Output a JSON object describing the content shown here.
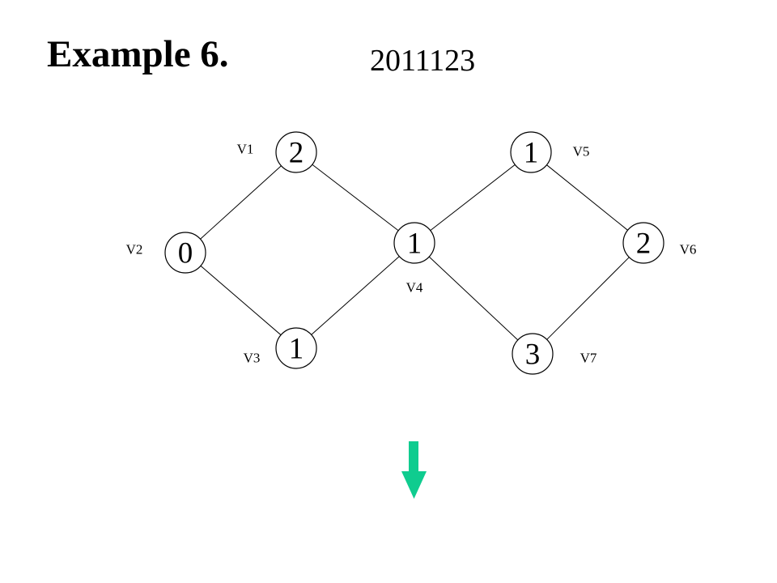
{
  "title": "Example 6.",
  "degree_sequence": "2011123",
  "arrow_color": "#0FCC8F",
  "nodes": [
    {
      "id": "V1",
      "label": "V1",
      "value": "2"
    },
    {
      "id": "V2",
      "label": "V2",
      "value": "0"
    },
    {
      "id": "V3",
      "label": "V3",
      "value": "1"
    },
    {
      "id": "V4",
      "label": "V4",
      "value": "1"
    },
    {
      "id": "V5",
      "label": "V5",
      "value": "1"
    },
    {
      "id": "V6",
      "label": "V6",
      "value": "2"
    },
    {
      "id": "V7",
      "label": "V7",
      "value": "3"
    }
  ],
  "edges": [
    [
      "V1",
      "V2"
    ],
    [
      "V1",
      "V4"
    ],
    [
      "V2",
      "V3"
    ],
    [
      "V3",
      "V4"
    ],
    [
      "V4",
      "V5"
    ],
    [
      "V4",
      "V7"
    ],
    [
      "V5",
      "V6"
    ],
    [
      "V6",
      "V7"
    ]
  ]
}
